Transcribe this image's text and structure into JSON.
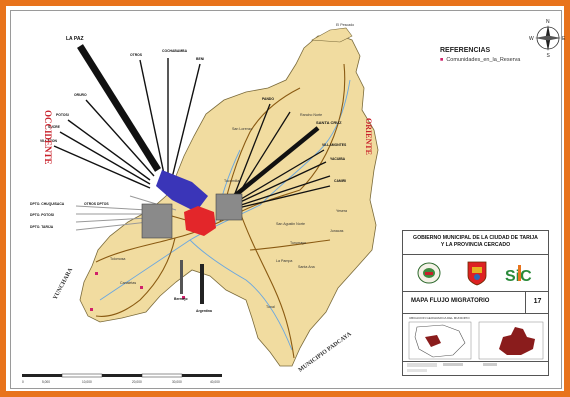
{
  "labels": {
    "occidente": "OCCIDENTE",
    "oriente": "ORIENTE",
    "municipio_padcaya": "MUNICIPIO PADCAYA",
    "yunchara": "YUNCHARA",
    "la_paz": "LA PAZ",
    "otros": "OTROS",
    "cochabamba": "COCHABAMBA",
    "beni": "BENI",
    "oruro": "ORURO",
    "potosi": "POTOSI",
    "sucre": "SUCRE",
    "villazon": "VILLAZON",
    "pando": "PANDO",
    "santa_cruz": "SANTA CRUZ",
    "villamontes": "VILLAMONTES",
    "yacuiba": "YACUIBA",
    "camiri": "CAMIRI",
    "dptal_chuquisaca": "DPTO. CHUQUISACA",
    "otros_dptos": "OTROS DPTOS",
    "dptal_potosi": "DPTO. POTOSI",
    "dptal_tarija": "DPTO. TARIJA",
    "bermejo": "Bermejo",
    "argentina": "Argentina",
    "el_pescado": "El Pescado",
    "tolomosa": "Tolomosa",
    "san_agustin": "San Agustin Norte",
    "turumayo": "Turumayo",
    "santa_ana": "Santa Ana",
    "san_lorenzo": "San Lorenzo",
    "yesera": "Yesera",
    "lajas": "La Pampa",
    "junacas": "Junacas",
    "rancho_norte": "Rancho Norte",
    "tucumilla": "Tucumilla",
    "canaletas": "Canaletas",
    "tunal": "Tunal"
  },
  "legend": {
    "title": "REFERENCIAS",
    "item": "Comunidades_en_la_Reserva"
  },
  "panel": {
    "title_line1": "GOBIERNO MUNICIPAL DE LA CIUDAD DE TARIJA",
    "title_line2": "Y LA PROVINCIA CERCADO",
    "logo_sic": "SiC",
    "map_title": "MAPA FLUJO MIGRATORIO",
    "map_number": "17",
    "locator_title": "UBICACION GEOGRAFICA DEL MUNICIPIO"
  },
  "compass": {
    "n": "N",
    "s": "S",
    "e": "E",
    "w": "W"
  },
  "scale": {
    "ticks": [
      "0",
      "5,000",
      "10,000",
      "20,000",
      "30,000",
      "40,000"
    ]
  },
  "colors": {
    "frame": "#e8731c",
    "terrain": "#f1dca0",
    "flow_blue": "#3a35b8",
    "flow_red": "#e3262a",
    "urban_gray": "#8a8a8a",
    "road": "#8a5a12",
    "river": "#6aa7e0",
    "community": "#d0206a"
  }
}
